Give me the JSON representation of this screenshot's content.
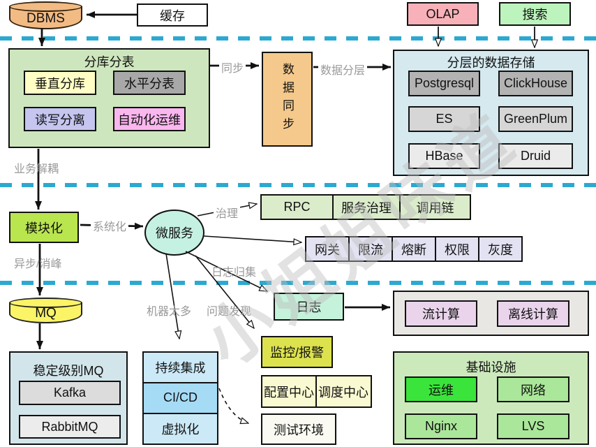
{
  "colors": {
    "separator": "#2BA9D1",
    "dbms_fill": "#F2BB84",
    "cache_fill": "#FFFFFF",
    "olap_fill": "#F8B1B8",
    "search_fill": "#BDF3BD",
    "sharding_container": "#CEE6BD",
    "vertical_split_fill": "#FFFFC5",
    "horizontal_split_fill": "#A8A8A8",
    "rw_split_fill": "#C5C5F0",
    "auto_ops_fill": "#FAB6EF",
    "data_sync_fill": "#F4C98B",
    "storage_container": "#D5E9EF",
    "storage_row1_fill": "#B3B3B3",
    "storage_row2_fill": "#D6D6D6",
    "storage_row3_fill": "#EBEBEB",
    "modularization_fill": "#B9E54E",
    "microservice_fill": "#C5F1E3",
    "rpc_row_fill": "#DBECCB",
    "gateway_row_fill": "#E3E2F3",
    "mq_fill": "#FBF467",
    "stable_mq_container": "#D2E5EB",
    "kafka_fill": "#DCDCDC",
    "rabbitmq_fill": "#ECECEC",
    "ci_cell_fill": "#CCE9F7",
    "cicd_fill": "#A6DBF5",
    "log_fill": "#C4F2DA",
    "monitor_fill": "#DCE14E",
    "center_fill": "#FAFAD2",
    "test_env_fill": "#FAFAF2",
    "computing_container": "#E9E7E3",
    "computing_fill": "#EAD4EC",
    "infra_container": "#CCE9BC",
    "ops_fill": "#3BE43B",
    "infra_cell_fill": "#ABE79A",
    "edge_label_text": "#999999",
    "watermark_text": "#BFBFBF"
  },
  "top_row": {
    "dbms": "DBMS",
    "cache": "缓存",
    "olap": "OLAP",
    "search": "搜索"
  },
  "sharding": {
    "title": "分库分表",
    "cells": [
      "垂直分库",
      "水平分表",
      "读写分离",
      "自动化运维"
    ]
  },
  "data_sync_label": "数据同步",
  "storage": {
    "title": "分层的数据存储",
    "cells": [
      "Postgresql",
      "ClickHouse",
      "ES",
      "GreenPlum",
      "HBase",
      "Druid"
    ]
  },
  "edge_labels": {
    "sync": "同步",
    "data_layering": "数据分层",
    "business_decoupling": "业务解耦",
    "systemization": "系统化",
    "governance": "治理",
    "log_collection": "日志归集",
    "async_peak_shaving": "异步/消峰",
    "too_many_machines": "机器太多",
    "problem_discovery": "问题发现"
  },
  "modularization": "模块化",
  "microservice": "微服务",
  "rpc_row": [
    "RPC",
    "服务治理",
    "调用链"
  ],
  "gateway_row": [
    "网关",
    "限流",
    "熔断",
    "权限",
    "灰度"
  ],
  "mq": "MQ",
  "stable_mq": {
    "title": "稳定级别MQ",
    "cells": [
      "Kafka",
      "RabbitMQ"
    ]
  },
  "ci_stack": [
    "持续集成",
    "CI/CD",
    "虚拟化"
  ],
  "log": "日志",
  "monitor": "监控/报警",
  "centers": [
    "配置中心",
    "调度中心"
  ],
  "test_env": "测试环境",
  "computing": [
    "流计算",
    "离线计算"
  ],
  "infrastructure": {
    "title": "基础设施",
    "cells": [
      "运维",
      "网络",
      "Nginx",
      "LVS"
    ]
  },
  "watermark": "小姐姐味道"
}
